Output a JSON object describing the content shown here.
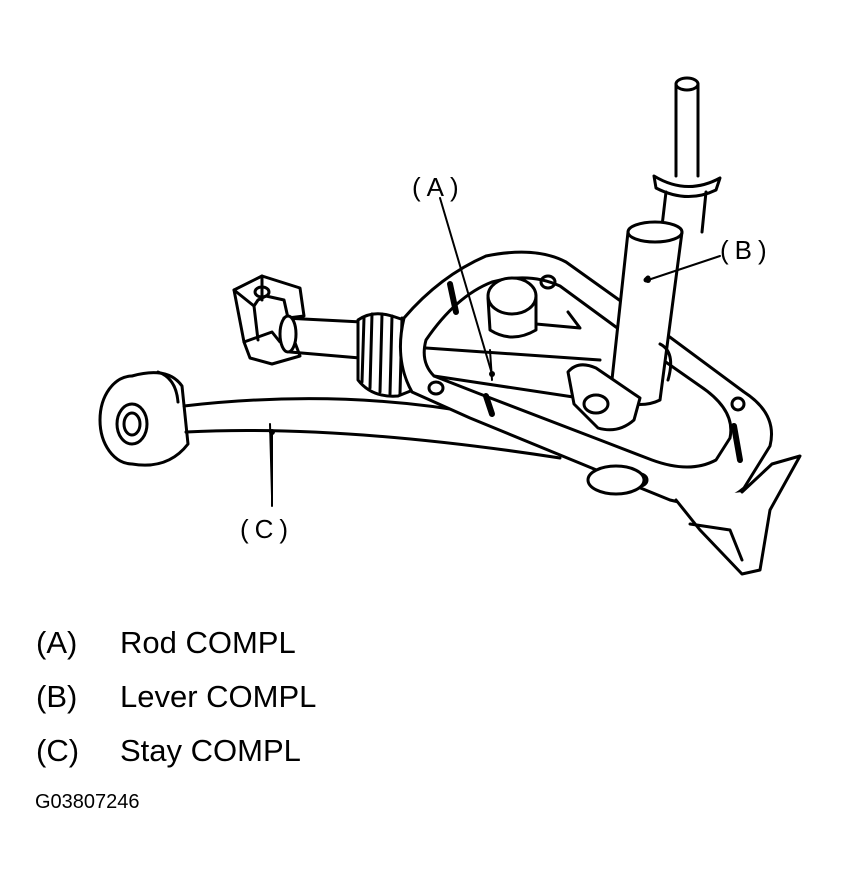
{
  "callouts": {
    "a": "(A)",
    "b": "(B)",
    "c": "(C)"
  },
  "legend": [
    {
      "key": "(A)",
      "text": "Rod COMPL"
    },
    {
      "key": "(B)",
      "text": "Lever COMPL"
    },
    {
      "key": "(C)",
      "text": "Stay COMPL"
    }
  ],
  "figure_id": "G03807246",
  "colors": {
    "line": "#000000",
    "background": "#ffffff"
  }
}
